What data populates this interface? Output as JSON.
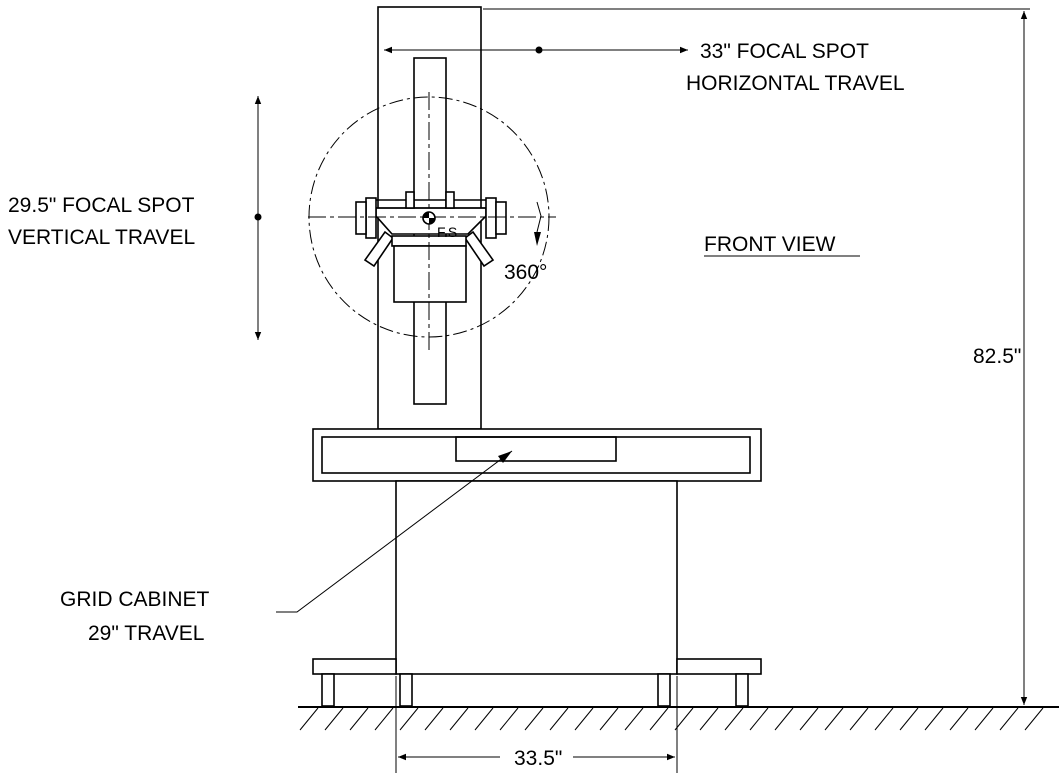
{
  "labels": {
    "horizontal_travel_line1": "33\"  FOCAL SPOT",
    "horizontal_travel_line2": "HORIZONTAL TRAVEL",
    "vertical_travel_line1": "29.5\"  FOCAL SPOT",
    "vertical_travel_line2": "VERTICAL TRAVEL",
    "rotation": "360°",
    "focal_spot": "F.S",
    "view_title": "FRONT VIEW",
    "overall_height": "82.5\"",
    "grid_cabinet_line1": "GRID CABINET",
    "grid_cabinet_line2": "29\" TRAVEL",
    "base_width": "33.5\""
  }
}
